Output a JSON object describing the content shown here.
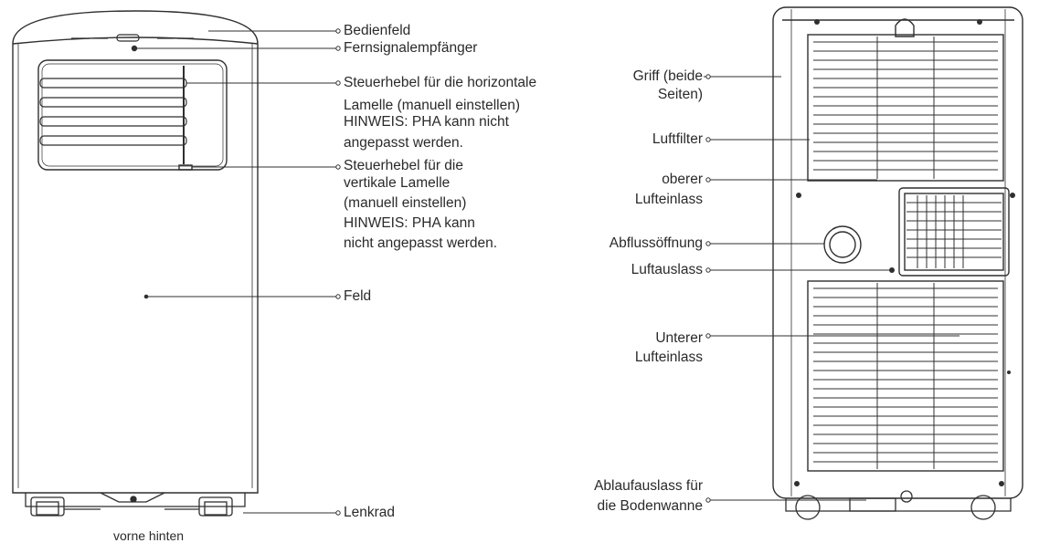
{
  "front_view": {
    "labels": {
      "control_panel": "Bedienfeld",
      "remote_receiver": "Fernsignalempfänger",
      "horizontal_louver_lever": [
        "Steuerhebel für die horizontale",
        "Lamelle (manuell einstellen)",
        "HINWEIS: PHA kann nicht",
        "angepasst werden."
      ],
      "vertical_louver_lever": [
        "Steuerhebel für die",
        "vertikale Lamelle",
        "(manuell einstellen)",
        "HINWEIS: PHA kann",
        "nicht angepasst werden."
      ],
      "panel": "Feld",
      "caster": "Lenkrad"
    }
  },
  "rear_view": {
    "labels": {
      "handle": [
        "Griff (beide",
        "Seiten)"
      ],
      "air_filter": "Luftfilter",
      "upper_air_inlet": [
        "oberer",
        "Lufteinlass"
      ],
      "drain_opening": "Abflussöffnung",
      "air_outlet": "Luftauslass",
      "lower_air_inlet": [
        "Unterer",
        "Lufteinlass"
      ],
      "drip_tray_drain": [
        "Ablaufauslass für",
        "die Bodenwanne"
      ]
    }
  },
  "caption": "vorne hinten"
}
